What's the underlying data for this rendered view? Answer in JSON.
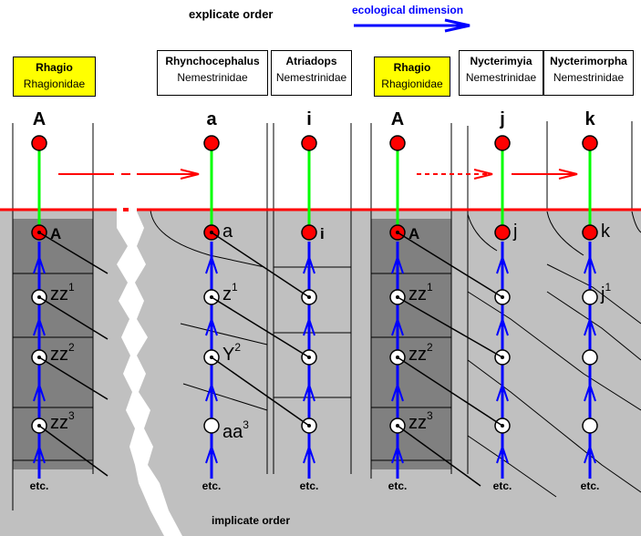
{
  "header": {
    "explicate_label": "explicate order",
    "ecological_label": "ecological dimension",
    "implicate_label": "implicate order"
  },
  "colors": {
    "red": "#ff0000",
    "green": "#00ff00",
    "blue": "#0000ff",
    "yellow": "#ffff00",
    "light_gray": "#c0c0c0",
    "dark_gray": "#808080"
  },
  "taxa": [
    {
      "genus": "Rhagio",
      "family": "Rhagionidae",
      "highlight": true
    },
    {
      "genus": "Rhynchocephalus",
      "family": "Nemestrinidae",
      "highlight": false
    },
    {
      "genus": "Atriadops",
      "family": "Nemestrinidae",
      "highlight": false
    },
    {
      "genus": "Rhagio",
      "family": "Rhagionidae",
      "highlight": true
    },
    {
      "genus": "Nycterimyia",
      "family": "Nemestrinidae",
      "highlight": false
    },
    {
      "genus": "Nycterimorpha",
      "family": "Nemestrinidae",
      "highlight": false
    }
  ],
  "columns": [
    {
      "top": "A",
      "node": "A",
      "levels": [
        {
          "base": "zz",
          "sup": "1"
        },
        {
          "base": "zz",
          "sup": "2"
        },
        {
          "base": "zz",
          "sup": "3"
        }
      ],
      "etc": "etc."
    },
    {
      "top": "a",
      "node": "a",
      "levels": [
        {
          "base": "z",
          "sup": "1"
        },
        {
          "base": "Y",
          "sup": "2"
        },
        {
          "base": "aa",
          "sup": "3"
        }
      ],
      "etc": "etc."
    },
    {
      "top": "i",
      "node": "i",
      "levels": [],
      "etc": "etc."
    },
    {
      "top": "A",
      "node": "A",
      "levels": [
        {
          "base": "zz",
          "sup": "1"
        },
        {
          "base": "zz",
          "sup": "2"
        },
        {
          "base": "zz",
          "sup": "3"
        }
      ],
      "etc": "etc."
    },
    {
      "top": "j",
      "node": "j",
      "levels": [],
      "etc": "etc."
    },
    {
      "top": "k",
      "node": "k",
      "levels": [
        {
          "base": "j",
          "sup": "1"
        }
      ],
      "etc": "etc."
    }
  ]
}
